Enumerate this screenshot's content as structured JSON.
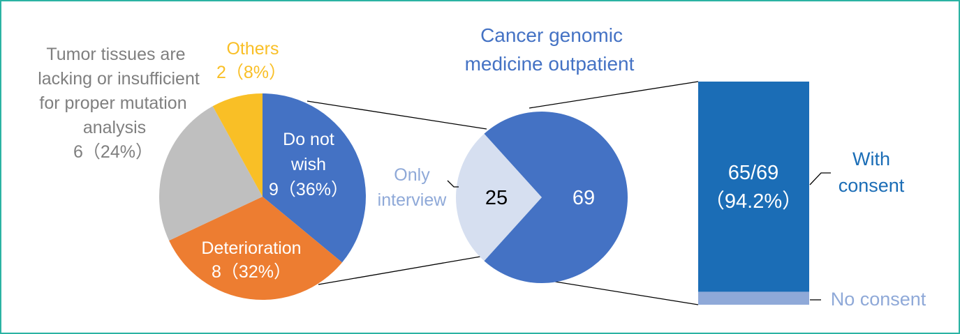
{
  "colors": {
    "frame": "#2bb3a3",
    "blue": "#4472c4",
    "orange": "#ed7d31",
    "gray": "#bfbfbf",
    "yellow": "#f9bf26",
    "light_blue": "#d6dff0",
    "bar_blue": "#1b6db6",
    "bar_light": "#8fa9d8",
    "gray_text": "#7f7f7f",
    "only_text": "#8fa9d8"
  },
  "chart_data": [
    {
      "type": "pie",
      "slices": [
        {
          "name": "Do not wish",
          "value": 9,
          "percent": 36,
          "label_line1": "Do not",
          "label_line2": "wish",
          "label_line3": "9（36%）",
          "color": "#4472c4"
        },
        {
          "name": "Deterioration",
          "value": 8,
          "percent": 32,
          "label_line1": "Deterioration",
          "label_line2": "8（32%）",
          "color": "#ed7d31"
        },
        {
          "name": "Tumor tissues are lacking or insufficient for proper mutation analysis",
          "value": 6,
          "percent": 24,
          "label_lines": [
            "Tumor tissues are",
            "lacking or insufficient",
            "for proper mutation",
            "analysis",
            "6（24%）"
          ],
          "color": "#bfbfbf"
        },
        {
          "name": "Others",
          "value": 2,
          "percent": 8,
          "label_line1": "Others",
          "label_line2": "2（8%）",
          "color": "#f9bf26"
        }
      ]
    },
    {
      "type": "pie",
      "title_line1": "Cancer genomic",
      "title_line2": "medicine outpatient",
      "slices": [
        {
          "name": "Only interview",
          "value": 25,
          "label_line1": "Only",
          "label_line2": "interview",
          "color": "#d6dff0"
        },
        {
          "name": "",
          "value": 69,
          "color": "#4472c4"
        }
      ]
    },
    {
      "type": "bar",
      "stacked": true,
      "series": [
        {
          "name": "With consent",
          "label_line1": "With",
          "label_line2": "consent",
          "value": 65,
          "value_label_line1": "65/69",
          "value_label_line2": "（94.2%）",
          "color": "#1b6db6"
        },
        {
          "name": "No consent",
          "value": 4,
          "color": "#8fa9d8"
        }
      ]
    }
  ]
}
